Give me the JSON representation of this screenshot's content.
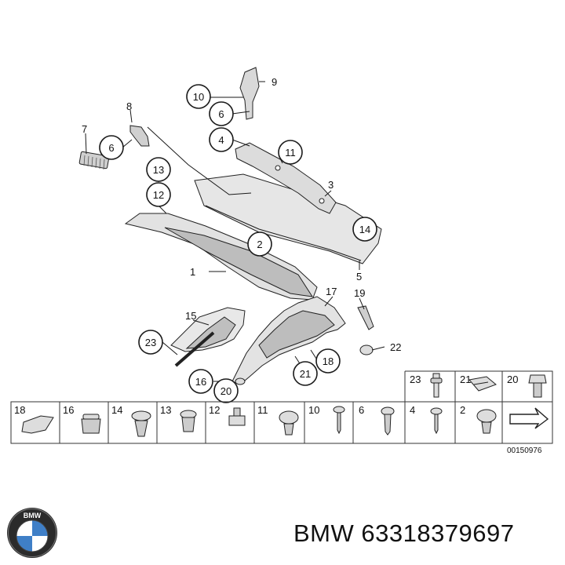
{
  "diagram": {
    "callouts": {
      "c1": "1",
      "c2": "2",
      "c3": "3",
      "c4": "4",
      "c5": "5",
      "c6a": "6",
      "c6b": "6",
      "c7": "7",
      "c8": "8",
      "c9": "9",
      "c10": "10",
      "c11": "11",
      "c12": "12",
      "c13": "13",
      "c14": "14",
      "c15": "15",
      "c16": "16",
      "c17": "17",
      "c18": "18",
      "c19": "19",
      "c20": "20",
      "c21": "21",
      "c22": "22",
      "c23": "23"
    },
    "legend_top": [
      "23",
      "21",
      "20"
    ],
    "legend_bottom": [
      "18",
      "16",
      "14",
      "13",
      "12",
      "11",
      "10",
      "6",
      "4",
      "2"
    ],
    "image_code": "00150976"
  },
  "footer": {
    "brand": "BMW",
    "caption": "BMW 63318379697"
  },
  "colors": {
    "part_fill": "#e4e4e4",
    "part_shade": "#bdbdbd",
    "line": "#1a1a1a",
    "logo_blue": "#3f7fc7"
  }
}
